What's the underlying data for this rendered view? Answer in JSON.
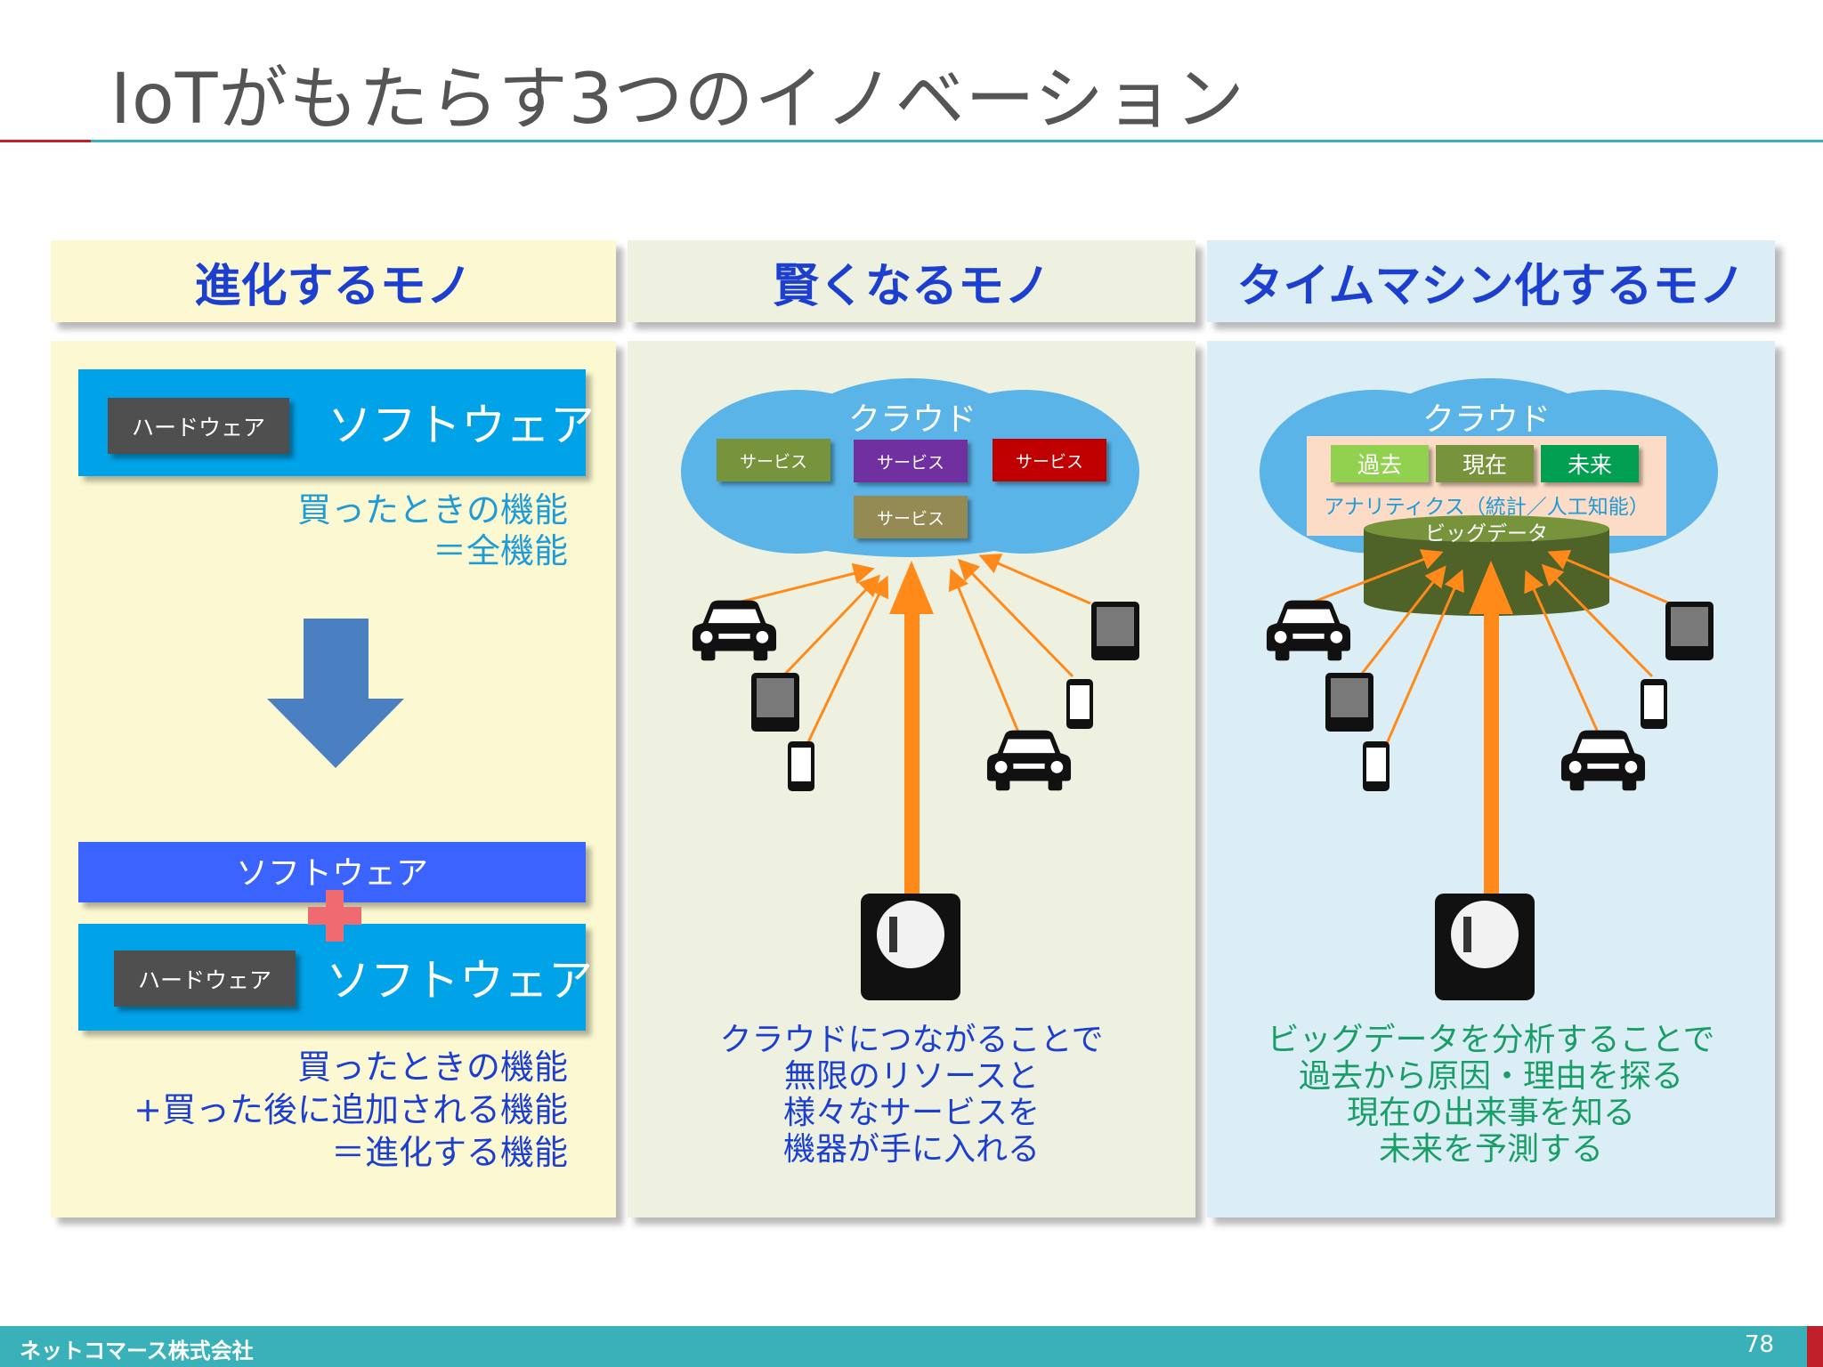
{
  "slide": {
    "title": "IoTがもたらす3つのイノベーション",
    "company": "ネットコマース株式会社",
    "page_number": "78"
  },
  "col1": {
    "header": "進化するモノ",
    "hardware_label": "ハードウェア",
    "software_label": "ソフトウェア",
    "caption1": [
      "買ったときの機能",
      "＝全機能"
    ],
    "software_added": "ソフトウェア",
    "hardware_label2": "ハードウェア",
    "software_label2": "ソフトウェア",
    "caption2": [
      "買ったときの機能",
      "+買った後に追加される機能",
      "＝進化する機能"
    ]
  },
  "col2": {
    "header": "賢くなるモノ",
    "cloud_label": "クラウド",
    "services": [
      "サービス",
      "サービス",
      "サービス",
      "サービス"
    ],
    "caption": [
      "クラウドにつながることで",
      "無限のリソースと",
      "様々なサービスを",
      "機器が手に入れる"
    ]
  },
  "col3": {
    "header": "タイムマシン化するモノ",
    "cloud_label": "クラウド",
    "time_labels": [
      "過去",
      "現在",
      "未来"
    ],
    "analytics_label": "アナリティクス（統計／人工知能）",
    "bigdata_label": "ビッグデータ",
    "caption": [
      "ビッグデータを分析することで",
      "過去から原因・理由を探る",
      "現在の出来事を知る",
      "未来を予測する"
    ]
  },
  "colors": {
    "col1_bg": "#fcf9d2",
    "col2_bg": "#eef1e0",
    "col3_bg": "#dceef5",
    "header_text": "#1c3fd0",
    "software_blue": "#00a2e8",
    "software_added_blue": "#3b63ff",
    "plus_red": "#f06a72",
    "arrow_orange": "#ff8a1a",
    "cloud_blue": "#5ab4e8",
    "service_green": "#77933c",
    "service_purple": "#7030a0",
    "service_red": "#c00000",
    "service_olive": "#948a54",
    "bigdata_green": "#4f6228",
    "time_past": "#92d050",
    "time_present": "#77933c",
    "time_future": "#00a050",
    "accent_teal": "#3ab1b9",
    "accent_red": "#c0202a"
  }
}
